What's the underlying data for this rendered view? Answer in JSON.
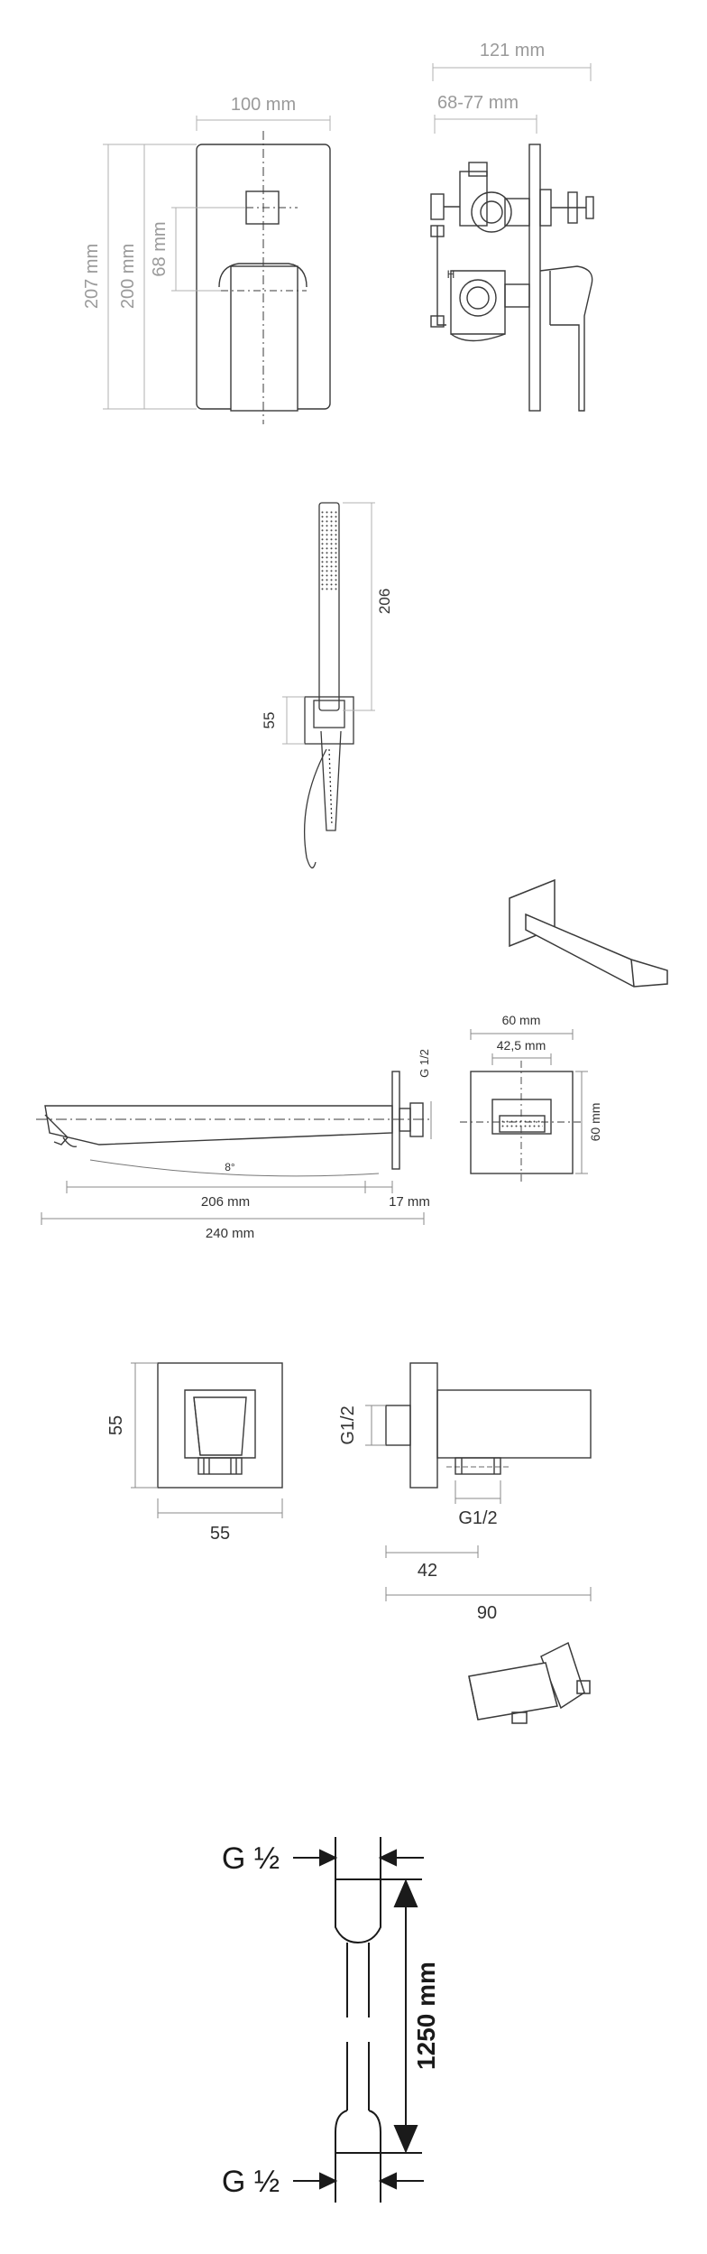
{
  "colors": {
    "line": "#3a3a3a",
    "dimension_line": "#b0b0b0",
    "dimension_text": "#9a9a9a",
    "dark_text": "#222222",
    "background": "#ffffff"
  },
  "mixer": {
    "front_width": "100 mm",
    "total_height": "207 mm",
    "plate_height": "200 mm",
    "handle_offset": "68 mm",
    "side_depth_total": "121 mm",
    "side_depth_range": "68-77 mm",
    "side_marker": "H"
  },
  "hand_shower": {
    "length": "206",
    "holder_height": "55"
  },
  "spout": {
    "thread": "G 1/2",
    "reach": "206 mm",
    "plate_depth": "17 mm",
    "total_length": "240 mm",
    "angle": "8°",
    "plate_width": "60 mm",
    "inner_width": "42,5 mm",
    "plate_height": "60 mm"
  },
  "wall_outlet": {
    "front_height": "55",
    "front_width": "55",
    "thread_left": "G1/2",
    "thread_bottom": "G1/2",
    "depth_inner": "42",
    "depth_total": "90"
  },
  "hose": {
    "top_connector": "G ½",
    "bottom_connector": "G ½",
    "length": "1250 mm"
  }
}
